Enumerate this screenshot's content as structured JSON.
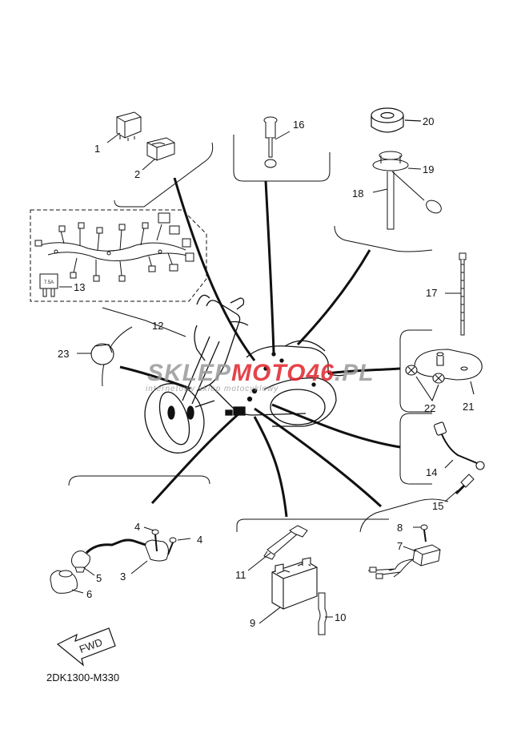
{
  "diagram_code": "2DK1300-M330",
  "fwd_label": "FWD",
  "fuse_marking": "7.5A",
  "watermark": {
    "part1": "SKLEP",
    "part2": "MOTO",
    "part3": "46",
    "part4": ".PL",
    "tagline": "internetowy sklep motocyklowy"
  },
  "callouts": {
    "c1": "1",
    "c2": "2",
    "c3": "3",
    "c4a": "4",
    "c4b": "4",
    "c5": "5",
    "c6": "6",
    "c7": "7",
    "c8": "8",
    "c9": "9",
    "c10": "10",
    "c11": "11",
    "c12": "12",
    "c13": "13",
    "c14": "14",
    "c15": "15",
    "c16": "16",
    "c17": "17",
    "c18": "18",
    "c19": "19",
    "c20": "20",
    "c21": "21",
    "c22": "22",
    "c23": "23"
  },
  "colors": {
    "line": "#111111",
    "watermark_red": "#e0242b",
    "watermark_grey": "#9a9a9a"
  }
}
